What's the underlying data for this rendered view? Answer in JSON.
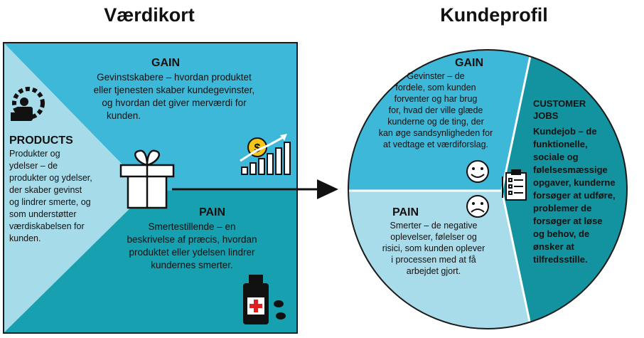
{
  "left_title": "Værdikort",
  "right_title": "Kundeprofil",
  "value_map": {
    "gain": {
      "heading": "GAIN",
      "lines": [
        "Gevinstskabere – hvordan produktet",
        "eller tjenesten skaber kundegevinster,",
        "og hvordan det giver merværdi for",
        "kunden."
      ]
    },
    "products": {
      "heading": "PRODUCTS",
      "lines": [
        "Produkter og",
        "ydelser – de",
        "produkter og ydelser,",
        "der skaber gevinst",
        "og lindrer smerte, og",
        "som understøtter",
        "værdiskabelsen for",
        "kunden."
      ]
    },
    "pain": {
      "heading": "PAIN",
      "lines": [
        "Smertestillende – en",
        "beskrivelse af præcis, hvordan",
        "produktet eller ydelsen lindrer",
        "kundernes smerter."
      ]
    }
  },
  "customer_profile": {
    "gain": {
      "heading": "GAIN",
      "lines": [
        "Gevinster – de",
        "fordele, som kunden",
        "forventer og har brug",
        "for, hvad der ville glæde",
        "kunderne og de ting, der",
        "kan øge sandsynligheden for",
        "at vedtage et værdiforslag."
      ]
    },
    "pain": {
      "heading": "PAIN",
      "lines": [
        "Smerter – de negative",
        "oplevelser, følelser og",
        "risici, som kunden oplever",
        "i processen med at få",
        "arbejdet gjort."
      ]
    },
    "jobs": {
      "heading_lines": [
        "CUSTOMER",
        "JOBS"
      ],
      "lines": [
        "Kundejob – de",
        "funktionelle,",
        "sociale og",
        "følelsesmæssige",
        "opgaver, kunderne",
        "forsøger at udføre,",
        "problemer de",
        "forsøger at løse",
        "og behov, de",
        "ønsker at",
        "tilfredsstille."
      ]
    }
  },
  "icons": {
    "products": "gear-person-icon",
    "gift": "gift-icon",
    "growth": "coin-growth-chart-icon",
    "medicine": "medicine-bottle-icon",
    "smile": "smiley-face-icon",
    "sad": "sad-face-icon",
    "checklist": "checklist-icon",
    "arrow": "right-arrow-icon",
    "coin_symbol": "$"
  },
  "colors": {
    "gain": "#3eb8d8",
    "products": "#a6dcea",
    "pain": "#16a0b0",
    "jobs": "#12939f",
    "cp_pain": "#a9dceb"
  }
}
